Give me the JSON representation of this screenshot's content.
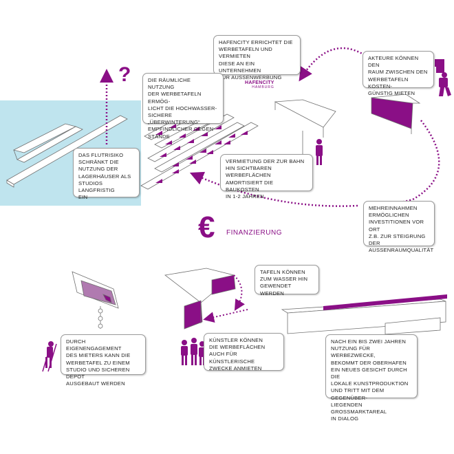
{
  "colors": {
    "accent": "#8a0f86",
    "water": "#bfe4ee",
    "line": "#6f6f6f"
  },
  "question_mark": "?",
  "euro_icon": "euro-symbol",
  "finanzierung": "FINANZIERUNG",
  "logo": {
    "main": "HAFENCITY",
    "sub": "HAMBURG"
  },
  "boxes": {
    "hafencity": "HAFENCITY ERRICHTET DIE\nWERBETAFELN UND VERMIETEN\nDIESE AN EIN UNTERNEHMEN\nFÜR AUSSENWERBUNG",
    "akteure": "AKTEURE KÖNNEN DEN\nRAUM ZWISCHEN DEN\nWERBETAFELN KOSTEN-\nGÜNSTIG MIETEN",
    "nutzung": "DIE RÄUMLICHE NUTZUNG\nDER WERBETAFELN ERMÖG-\nLICHT DIE HOCHWASSER-\nSICHERE „ÜBERWINTERUNG“\nEMPFINDLICHER  GEGEN-\nSTÄNDE",
    "flutrisiko": "DAS FLUTRISIKO\nSCHRÄNKT DIE\nNUTZUNG DER\nLAGERHÄUSER ALS\nSTUDIOS LANGFRISTIG\nEIN",
    "vermietung": "VERMIETUNG DER ZUR BAHN\nHIN SICHTBAREN WERBEFLÄCHEN\nAMORTISIERT DIE BAUKOSTEN\nIN 1-2 JAHREN",
    "mehreinnahmen": "MEHREINNAHMEN\nERMÖGLICHEN\nINVESTITIONEN VOR ORT\nZ.B. ZUR STEIGRUNG DER\nAUSSENRAUMQUALITÄT",
    "tafeln": "TAFELN KÖNNEN\nZUM WASSER HIN\nGEWENDET WERDEN",
    "eigenengagement": "DURCH EIGENENGAGEMENT\nDES MIETERS KANN DIE\nWERBETAFEL ZU EINEM\nSTUDIO UND SICHEREN DEPOT\nAUSGEBAUT WERDEN",
    "kuenstler": "KÜNSTLER KÖNNEN\nDIE WERBEFLÄCHEN\nAUCH FÜR KÜNSTLERISCHE\nZWECKE ANMIETEN",
    "oberhafen": "NACH EIN BIS ZWEI JAHREN\nNUTZUNG FÜR WERBEZWECKE,\nBEKOMMT DER OBERHAFEN\nEIN NEUES GESICHT DURCH DIE\nLOKALE KUNSTPRODUKTION\nUND TRITT MIT DEM GEGENÜBER-\nLIEGENDEN GROSSMARKTAREAL\nIN DIALOG"
  }
}
